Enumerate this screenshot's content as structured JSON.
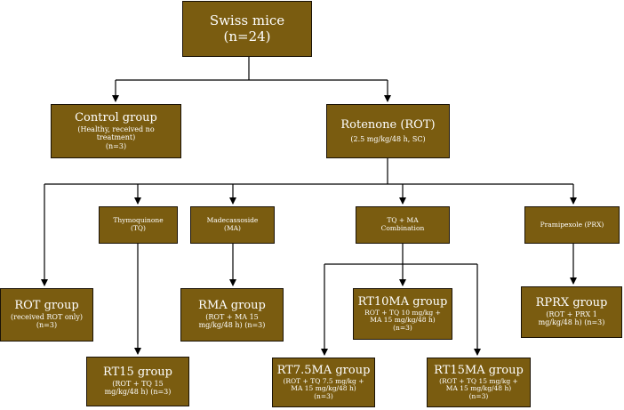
{
  "root": {
    "title": "Swiss mice",
    "n": "(n=24)"
  },
  "control": {
    "title": "Control  group",
    "desc1": "(Healthy, received no",
    "desc2": "treatment)",
    "n": "(n=3)"
  },
  "rotenone": {
    "title": "Rotenone (ROT)",
    "desc": "(2.5 mg/kg/48 h, SC)"
  },
  "thymo": {
    "line1": "Thymoquinone",
    "line2": "(TQ)"
  },
  "madeca": {
    "line1": "Madecassoside",
    "line2": "(MA)"
  },
  "combo": {
    "line1": "TQ + MA",
    "line2": "Combination"
  },
  "prami": {
    "line1": "Pramipexole (PRX)"
  },
  "rot_group": {
    "title": "ROT group",
    "desc": "(received ROT only)",
    "n": "(n=3)"
  },
  "rma": {
    "title": "RMA group",
    "desc1": "(ROT + MA 15",
    "desc2": "mg/kg/48 h) (n=3)"
  },
  "rt10ma": {
    "title": "RT10MA group",
    "desc1": "ROT + TQ 10 mg/kg +",
    "desc2": "MA 15 mg/kg/48 h)",
    "n": "(n=3)"
  },
  "rprx": {
    "title": "RPRX group",
    "desc1": "(ROT + PRX 1",
    "desc2": "mg/kg/48 h) (n=3)"
  },
  "rt15": {
    "title": "RT15 group",
    "desc1": "(ROT + TQ 15",
    "desc2": "mg/kg/48 h) (n=3)"
  },
  "rt75ma": {
    "title": "RT7.5MA group",
    "desc1": "(ROT + TQ 7.5 mg/kg +",
    "desc2": "MA 15 mg/kg/48 h)",
    "n": "(n=3)"
  },
  "rt15ma": {
    "title": "RT15MA group",
    "desc1": "(ROT + TQ 15 mg/kg +",
    "desc2": "MA 15 mg/kg/48 h)",
    "n": "(n=3)"
  }
}
